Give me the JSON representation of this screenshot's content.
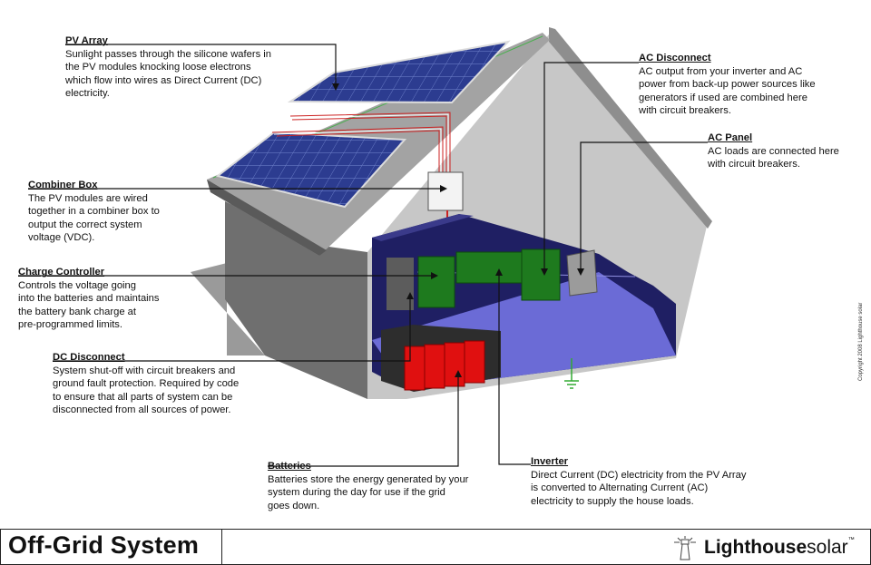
{
  "diagram": {
    "labels": [
      {
        "id": "pv-array",
        "title": "PV Array",
        "text": "Sunlight passes through the silicone wafers in\nthe PV modules knocking loose electrons\nwhich flow into wires as Direct Current (DC)\nelectricity."
      },
      {
        "id": "combiner-box",
        "title": "Combiner Box",
        "text": "The PV modules are wired\ntogether in a combiner box to\noutput the correct system\nvoltage (VDC)."
      },
      {
        "id": "charge-controller",
        "title": "Charge Controller",
        "text": "Controls the voltage going\ninto the batteries and maintains\nthe battery bank charge at\npre-programmed limits."
      },
      {
        "id": "dc-disconnect",
        "title": "DC Disconnect",
        "text": "System shut-off with circuit breakers and\nground fault protection.  Required by code\nto ensure that all parts of system can be\ndisconnected from all sources of power."
      },
      {
        "id": "batteries",
        "title": "Batteries",
        "text": "Batteries store the energy generated by your\nsystem during the day for use if the grid\ngoes down."
      },
      {
        "id": "inverter",
        "title": "Inverter",
        "text": "Direct Current (DC) electricity from the PV Array\nis converted to Alternating Current (AC)\nelectricity to supply the house loads."
      },
      {
        "id": "ac-disconnect",
        "title": "AC Disconnect",
        "text": "AC output from your inverter and AC\npower from back-up power sources like\ngenerators if used are combined here\nwith circuit breakers."
      },
      {
        "id": "ac-panel",
        "title": "AC Panel",
        "text": "AC loads are connected here\nwith circuit breakers."
      }
    ]
  },
  "footer": {
    "title": "Off-Grid System",
    "logo_bold": "Lighthouse",
    "logo_light": "solar",
    "logo_tm": "™"
  },
  "copyright": "Copyright 2008 Lighthouse solar",
  "colors": {
    "panel": "#2b3a8c",
    "equipment_green": "#1f7a1f",
    "battery_red": "#e01010",
    "wall_grey": "#b8b8b8",
    "floor_blue": "#6b6bd6",
    "ground_green": "#33aa33"
  }
}
